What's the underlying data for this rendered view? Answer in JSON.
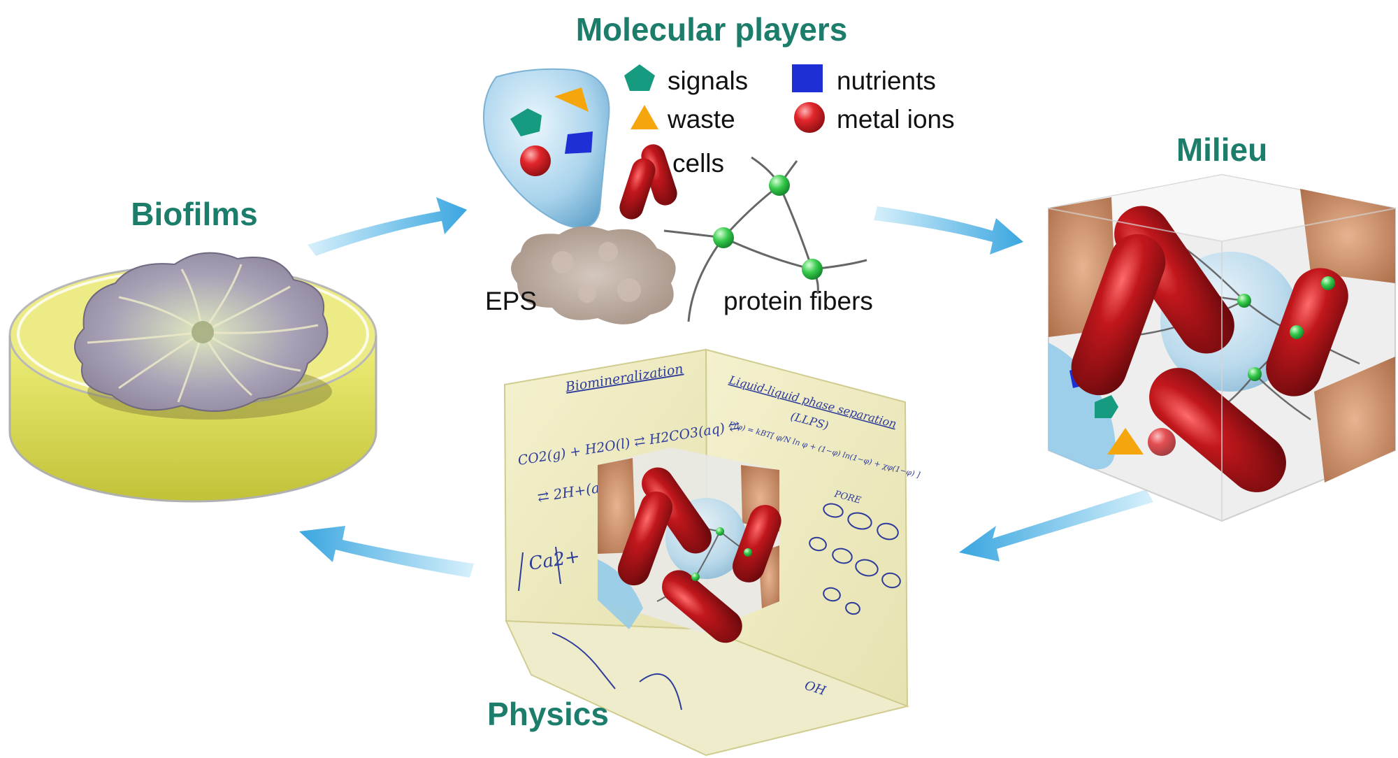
{
  "titles": {
    "biofilms": "Biofilms",
    "molecular": "Molecular players",
    "milieu": "Milieu",
    "physics": "Physics"
  },
  "legend": {
    "signals": "signals",
    "nutrients": "nutrients",
    "waste": "waste",
    "metal_ions": "metal ions",
    "cells": "cells",
    "eps": "EPS",
    "protein_fibers": "protein fibers"
  },
  "notes": {
    "biomineralization": "Biomineralization",
    "llps_title": "Liquid-liquid phase separation",
    "llps_abbr": "(LLPS)",
    "equation_1": "CO2(g) + H2O(l) ⇄ H2CO3(aq) ⇄",
    "equation_2": "⇄ 2H+(aq) +",
    "calcium": "Ca2+",
    "free_energy": "F(φ) = kBT[ φ/N ln φ + (1−φ) ln(1−φ) + χφ(1−φ) ]",
    "pore": "PORE",
    "hydroxyl": "OH"
  },
  "colors": {
    "title_green": "#1c7d6b",
    "arrow_blue": "#3aa6e0",
    "cell_red": "#a3161a",
    "signal_green": "#169a80",
    "nutrient_blue": "#1f2fd6",
    "waste_orange": "#f4a60c",
    "metal_red": "#e2262b",
    "eps_gray": "#b9a89c",
    "fiber_node": "#35c94a",
    "paper": "#f2efc6"
  },
  "icons": [
    "petri-dish-icon",
    "pentagon-icon",
    "square-icon",
    "triangle-icon",
    "sphere-icon",
    "rod-cell-icon",
    "eps-cloud-icon",
    "fiber-node-icon",
    "cube-icon",
    "cycle-arrow-icon"
  ]
}
